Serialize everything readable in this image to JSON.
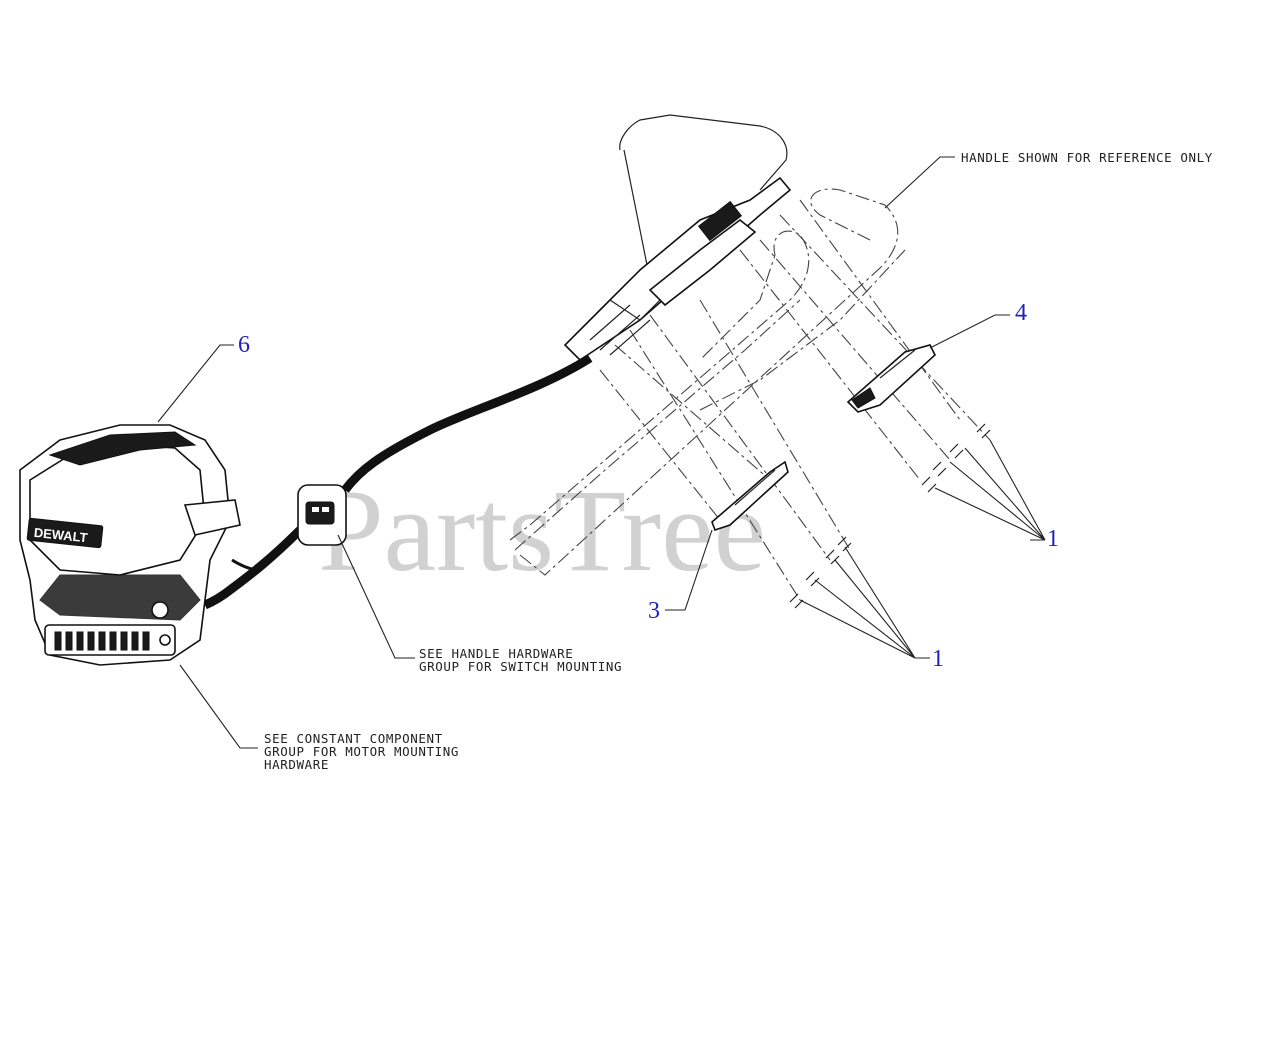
{
  "watermark": "PartsTree",
  "notes": {
    "handle_reference": "HANDLE SHOWN FOR REFERENCE ONLY",
    "handle_hardware_line1": "SEE HANDLE HARDWARE",
    "handle_hardware_line2": "GROUP FOR SWITCH MOUNTING",
    "constant_component_line1": "SEE CONSTANT COMPONENT",
    "constant_component_line2": "GROUP FOR MOTOR MOUNTING",
    "constant_component_line3": "HARDWARE"
  },
  "callouts": {
    "motor": "6",
    "bracket_upper": "4",
    "bracket_lower": "3",
    "pins_upper": "1",
    "pins_lower": "1"
  },
  "brand_label": "DEWALT"
}
